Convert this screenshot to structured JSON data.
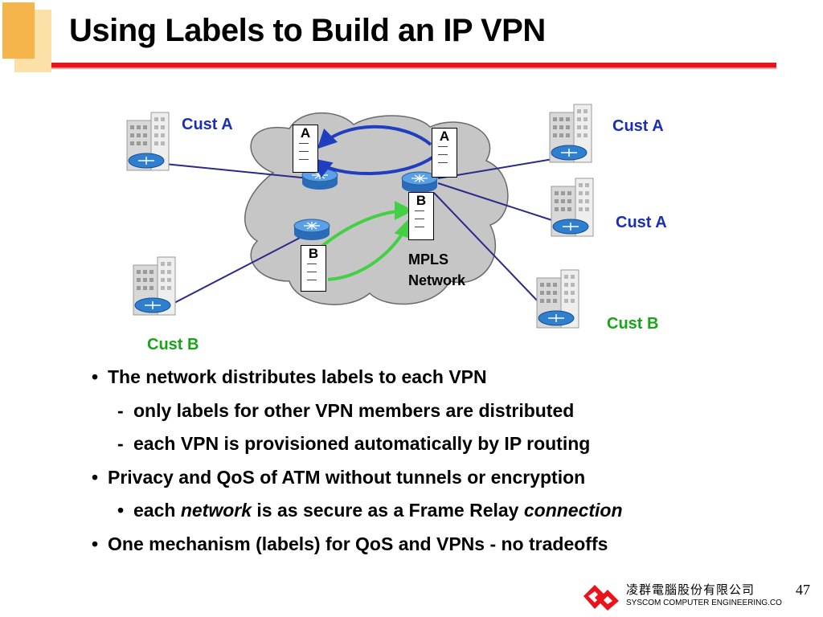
{
  "slide": {
    "title": "Using Labels to Build an IP VPN",
    "page_number": "47"
  },
  "diagram": {
    "customers": [
      {
        "id": "top-left",
        "label": "Cust A",
        "color": "#1a2fb5"
      },
      {
        "id": "top-right",
        "label": "Cust A",
        "color": "#1a2fb5"
      },
      {
        "id": "mid-right",
        "label": "Cust A",
        "color": "#1a2fb5"
      },
      {
        "id": "bottom-right",
        "label": "Cust B",
        "color": "#18a518"
      },
      {
        "id": "bottom-left",
        "label": "Cust B",
        "color": "#18a518"
      }
    ],
    "label_tables": [
      {
        "id": "table-a-left",
        "letter": "A"
      },
      {
        "id": "table-a-right",
        "letter": "A"
      },
      {
        "id": "table-b-right",
        "letter": "B"
      },
      {
        "id": "table-b-left",
        "letter": "B"
      }
    ],
    "network_label_line1": "MPLS",
    "network_label_line2": "Network",
    "colors": {
      "vpn_a": "#1f3fbf",
      "vpn_b": "#44d044",
      "links": "#2a2a8a",
      "cloud": "#c6c6c6",
      "router": "#2f7fd0"
    }
  },
  "bullets": [
    {
      "level": 1,
      "marker": "•",
      "text": "The network distributes labels to each VPN"
    },
    {
      "level": 2,
      "marker": "-",
      "text": "only labels for other VPN members are distributed"
    },
    {
      "level": 2,
      "marker": "-",
      "text": "each VPN is provisioned automatically by IP routing"
    },
    {
      "level": 1,
      "marker": "•",
      "text": "Privacy and QoS of ATM without tunnels or encryption"
    },
    {
      "level": 2,
      "marker": "•",
      "parts": {
        "a": "each ",
        "b": "network",
        "c": " is as secure as a Frame Relay ",
        "d": "connection"
      }
    },
    {
      "level": 1,
      "marker": "•",
      "text": "One mechanism (labels) for QoS and VPNs - no tradeoffs"
    }
  ],
  "footer": {
    "company_cn": "凌群電腦股份有限公司",
    "company_en": "SYSCOM COMPUTER ENGINEERING.CO",
    "logo_color": "#e8141c"
  }
}
